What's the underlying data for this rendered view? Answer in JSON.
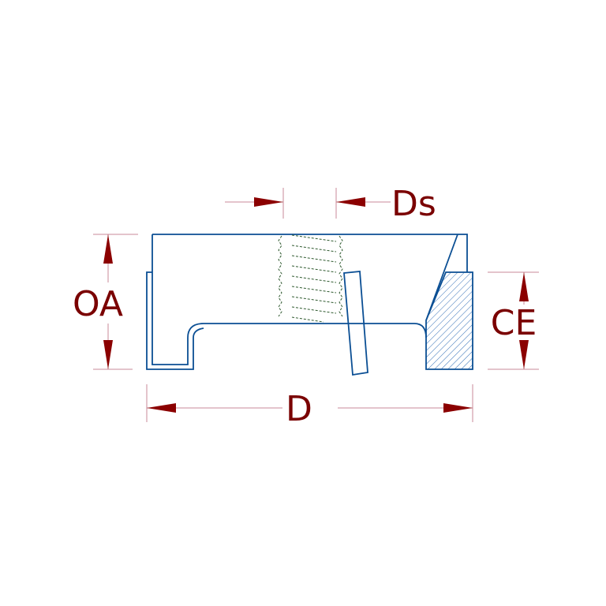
{
  "diagram": {
    "labels": {
      "overall_height": "OA",
      "diameter": "D",
      "screw_diameter": "Ds",
      "clamping_edge": "CE"
    },
    "colors": {
      "part_outline": "#0b4f94",
      "thread": "#2f5a2f",
      "dimension_line": "#c98a98",
      "arrow": "#8b0000",
      "label": "#7a0000",
      "hatch": "#2f6db5"
    }
  }
}
